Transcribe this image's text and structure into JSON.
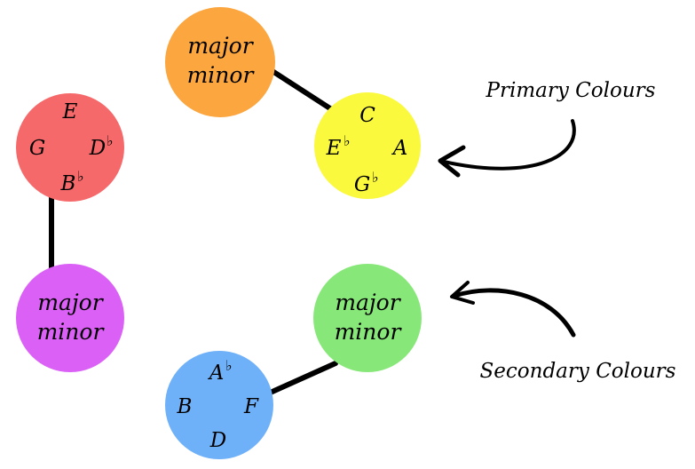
{
  "labels": {
    "primary": "Primary Colours",
    "secondary": "Secondary Colours"
  },
  "circles": {
    "orange": {
      "color": "#FBA63F",
      "major": "major",
      "minor": "minor"
    },
    "yellow": {
      "color": "#FAF93D",
      "top": "C",
      "left": "E",
      "right": "A",
      "bottom": "G"
    },
    "red": {
      "color": "#F6696B",
      "top": "E",
      "left": "G",
      "right": "D",
      "bottom": "B"
    },
    "purple": {
      "color": "#DB61F6",
      "major": "major",
      "minor": "minor"
    },
    "green": {
      "color": "#87E879",
      "major": "major",
      "minor": "minor"
    },
    "blue": {
      "color": "#6FB1F8",
      "top": "A",
      "left": "B",
      "right": "F",
      "bottom": "D"
    }
  },
  "flat_symbol": "♭",
  "connector_color": "#000000"
}
